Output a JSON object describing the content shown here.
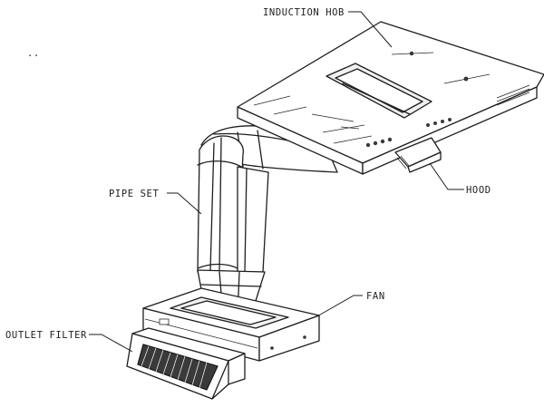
{
  "labels": {
    "induction_hob": "INDUCTION HOB",
    "hood": "HOOD",
    "pipe_set": "PIPE SET",
    "fan": "FAN",
    "outlet_filter": "OUTLET FILTER"
  },
  "corner_mark": ".."
}
